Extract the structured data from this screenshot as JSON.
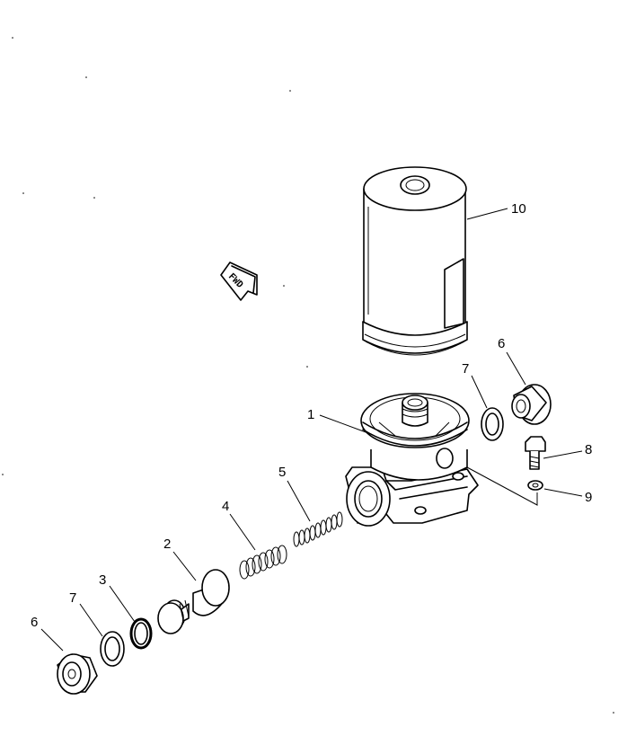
{
  "diagram": {
    "direction_marker": "FWD",
    "callouts": [
      {
        "id": "label-10",
        "text": "10"
      },
      {
        "id": "label-1",
        "text": "1"
      },
      {
        "id": "label-2",
        "text": "2"
      },
      {
        "id": "label-3",
        "text": "3"
      },
      {
        "id": "label-4",
        "text": "4"
      },
      {
        "id": "label-5",
        "text": "5"
      },
      {
        "id": "label-6-left",
        "text": "6"
      },
      {
        "id": "label-6-right",
        "text": "6"
      },
      {
        "id": "label-7-left",
        "text": "7"
      },
      {
        "id": "label-7-right",
        "text": "7"
      },
      {
        "id": "label-8",
        "text": "8"
      },
      {
        "id": "label-9",
        "text": "9"
      }
    ]
  }
}
